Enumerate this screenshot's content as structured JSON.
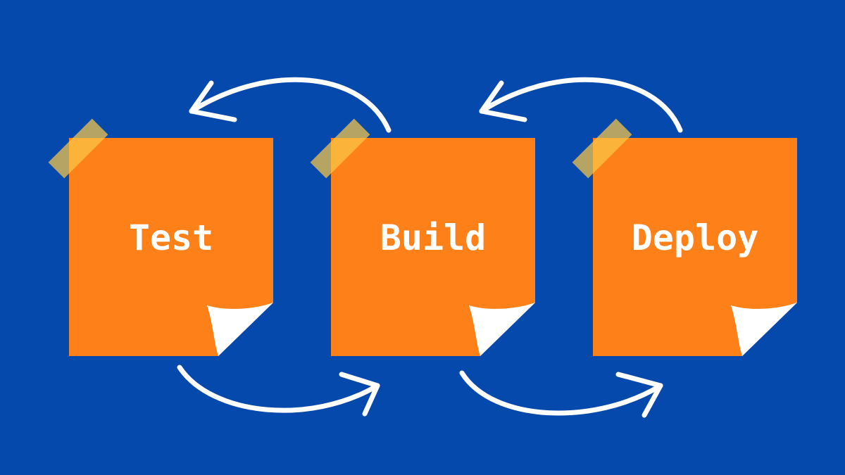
{
  "colors": {
    "background": "#0549ad",
    "note": "#fd8118",
    "curl": "#ffffff",
    "tape": "rgba(250, 200, 70, 0.72)",
    "arrow": "#ffffff",
    "label": "#ffffff"
  },
  "notes": [
    {
      "label": "Test"
    },
    {
      "label": "Build"
    },
    {
      "label": "Deploy"
    }
  ],
  "arrows": [
    {
      "from": "Build",
      "to": "Test",
      "direction": "backward"
    },
    {
      "from": "Deploy",
      "to": "Build",
      "direction": "backward"
    },
    {
      "from": "Test",
      "to": "Build",
      "direction": "forward"
    },
    {
      "from": "Build",
      "to": "Deploy",
      "direction": "forward"
    }
  ]
}
